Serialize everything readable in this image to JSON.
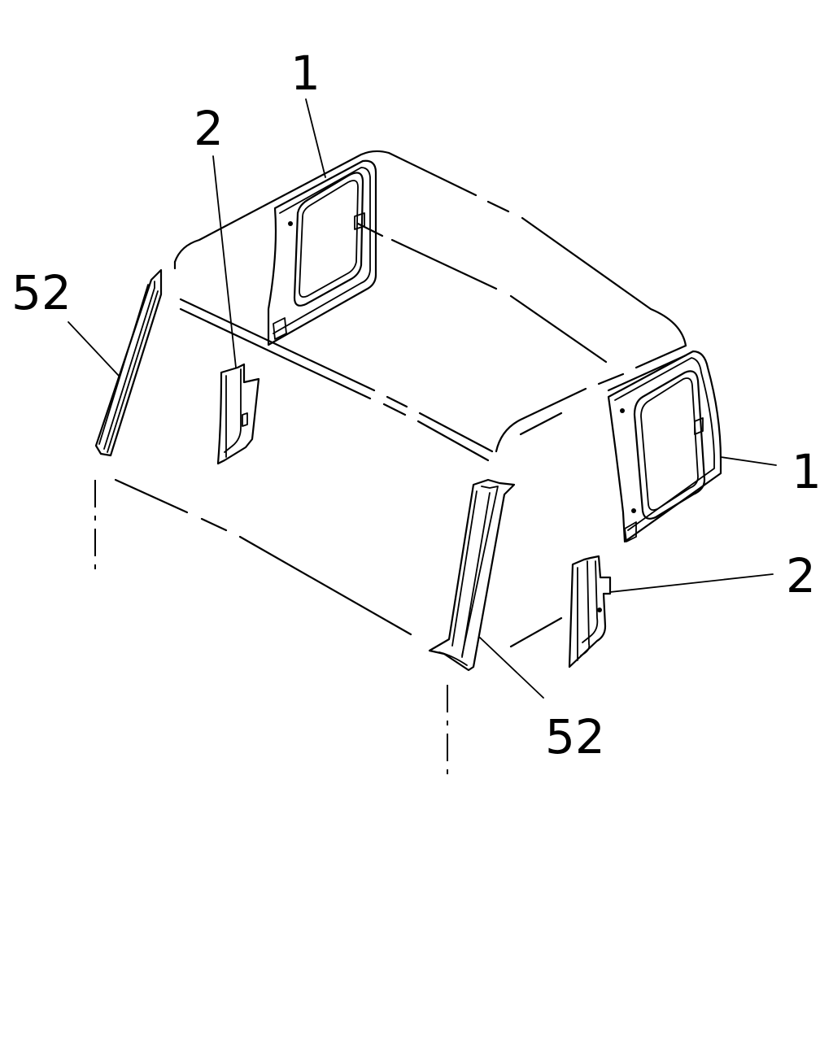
{
  "diagram": {
    "callouts": [
      {
        "id": "c1-top",
        "label": "1"
      },
      {
        "id": "c1-right",
        "label": "1"
      },
      {
        "id": "c2-left",
        "label": "2"
      },
      {
        "id": "c2-right",
        "label": "2"
      },
      {
        "id": "c52-left",
        "label": "52"
      },
      {
        "id": "c52-bottom",
        "label": "52"
      }
    ]
  },
  "colors": {
    "line": "#000000",
    "background": "#ffffff"
  }
}
